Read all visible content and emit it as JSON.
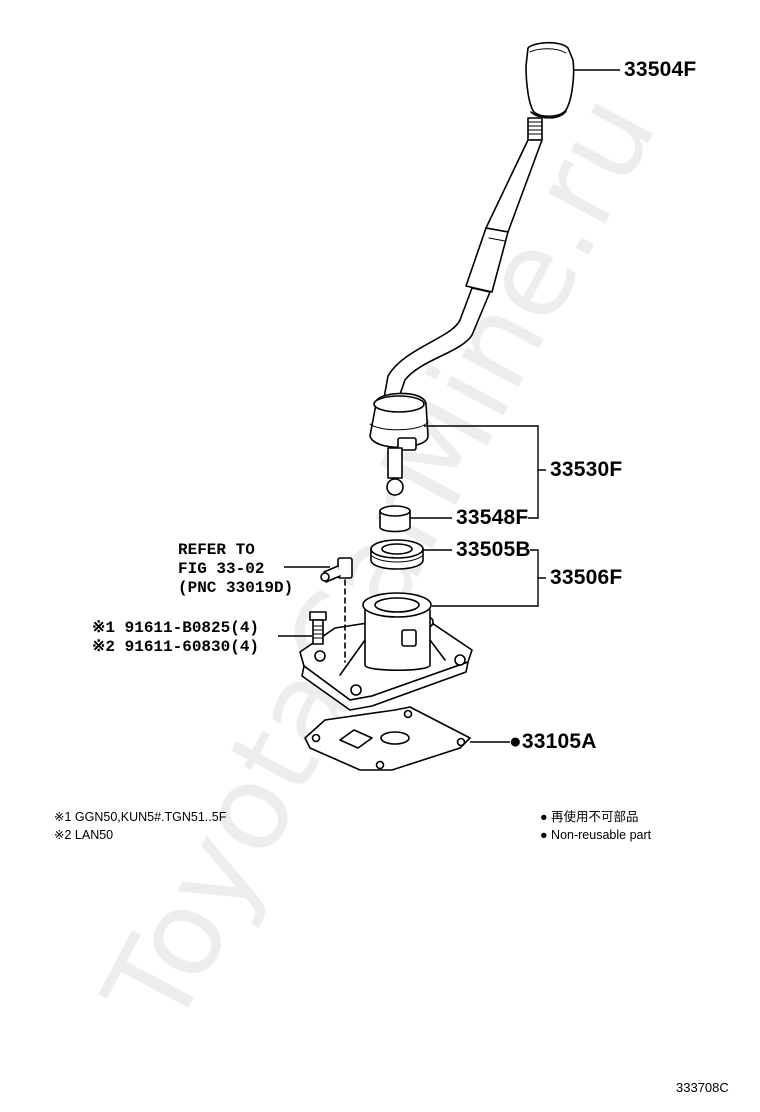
{
  "watermark": "ToyotaCarMine.ru",
  "parts": {
    "knob": "33504F",
    "lever_assy": "33530F",
    "bushing": "33548F",
    "seat": "33505B",
    "retainer_assy": "33506F",
    "gasket": "33105A",
    "gasket_marker": "●"
  },
  "refer": {
    "line1": "REFER TO",
    "line2": "FIG 33-02",
    "line3": "(PNC 33019D)"
  },
  "bolts": {
    "line1": "※1 91611-B0825(4)",
    "line2": "※2 91611-60830(4)"
  },
  "footnotes": {
    "note1": "※1 GGN50,KUN5#.TGN51..5F",
    "note2": "※2 LAN50"
  },
  "legend": {
    "dot": "●",
    "jp": "再使用不可部品",
    "en": "Non-reusable part"
  },
  "figure_code": "333708C"
}
